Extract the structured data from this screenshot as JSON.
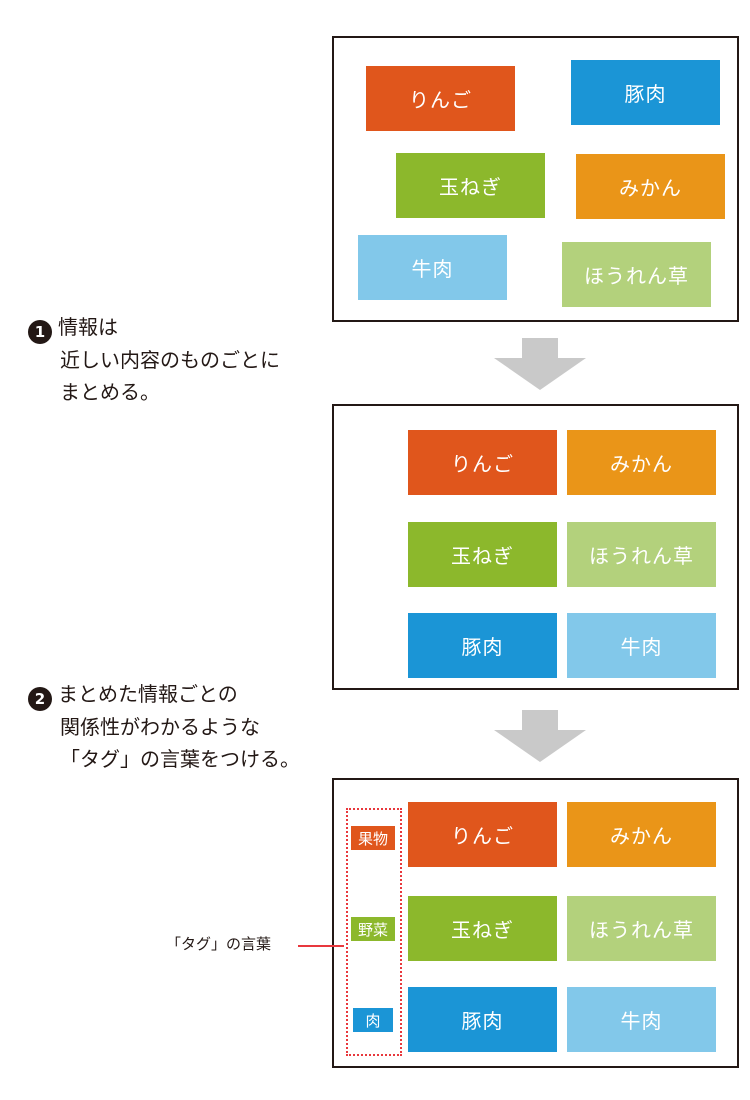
{
  "colors": {
    "red": "#e0561c",
    "blue": "#1b95d6",
    "green": "#8cb82c",
    "orange": "#ea9518",
    "lightblue": "#82c8ea",
    "lightgreen": "#b3d17c",
    "arrow": "#c9c9c9",
    "tag_outline": "#e8383d"
  },
  "panel1": {
    "apple": "りんご",
    "pork": "豚肉",
    "onion": "玉ねぎ",
    "mandarin": "みかん",
    "beef": "牛肉",
    "spinach": "ほうれん草"
  },
  "step1": {
    "number": "1",
    "line1": "情報は",
    "line2": "近しい内容のものごとに",
    "line3": "まとめる。"
  },
  "panel2": {
    "apple": "りんご",
    "mandarin": "みかん",
    "onion": "玉ねぎ",
    "spinach": "ほうれん草",
    "pork": "豚肉",
    "beef": "牛肉"
  },
  "step2": {
    "number": "2",
    "line1": "まとめた情報ごとの",
    "line2": "関係性がわかるような",
    "line3": "「タグ」の言葉をつける。"
  },
  "panel3": {
    "tags": {
      "fruit": "果物",
      "vegetable": "野菜",
      "meat": "肉"
    },
    "apple": "りんご",
    "mandarin": "みかん",
    "onion": "玉ねぎ",
    "spinach": "ほうれん草",
    "pork": "豚肉",
    "beef": "牛肉"
  },
  "callout": {
    "label": "「タグ」の言葉"
  },
  "icons": {
    "arrow": "down-arrow-icon"
  }
}
